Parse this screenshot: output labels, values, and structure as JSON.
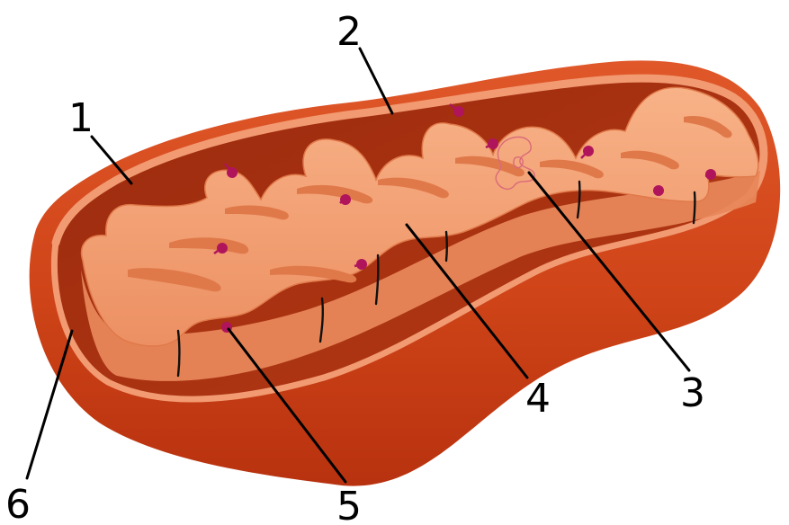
{
  "diagram": {
    "labels": [
      {
        "id": "1",
        "text": "1"
      },
      {
        "id": "2",
        "text": "2"
      },
      {
        "id": "3",
        "text": "3"
      },
      {
        "id": "4",
        "text": "4"
      },
      {
        "id": "5",
        "text": "5"
      },
      {
        "id": "6",
        "text": "6"
      }
    ]
  },
  "colors": {
    "outer_membrane": "#d4481c",
    "outer_membrane_dark": "#b8320f",
    "outer_membrane_light": "#e86a3e",
    "rim": "#f29a72",
    "intermembrane_space": "#a83212",
    "matrix": "#f7a77a",
    "matrix_shadow": "#e8875a",
    "particles": "#b0155c",
    "dna": "#d96a7a",
    "line": "#000000"
  }
}
